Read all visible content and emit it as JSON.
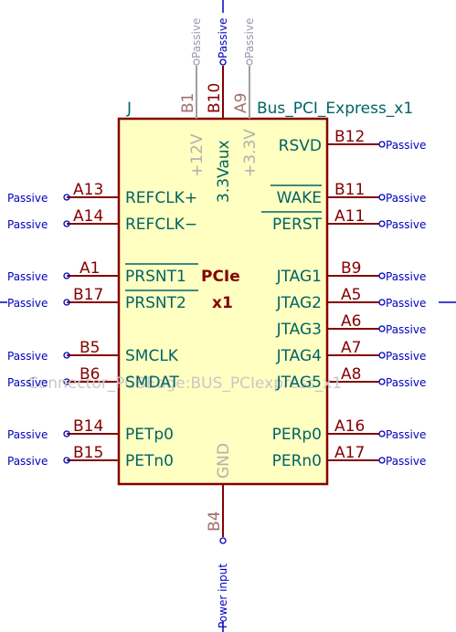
{
  "symbol": {
    "reference": "J",
    "value": "Bus_PCI_Express_x1",
    "footprint": "Connector_PCBEdge:BUS_PCIexpress_x1",
    "center_line1": "PCIe",
    "center_line2": "x1"
  },
  "pins_left": [
    {
      "num": "A13",
      "name": "REFCLK+",
      "type": "Passive"
    },
    {
      "num": "A14",
      "name": "REFCLK−",
      "type": "Passive"
    },
    {
      "num": "A1",
      "name": "PRSNT1",
      "type": "Passive"
    },
    {
      "num": "B17",
      "name": "PRSNT2",
      "type": "Passive"
    },
    {
      "num": "B5",
      "name": "SMCLK",
      "type": "Passive"
    },
    {
      "num": "B6",
      "name": "SMDAT",
      "type": "Passive"
    },
    {
      "num": "B14",
      "name": "PETp0",
      "type": "Passive"
    },
    {
      "num": "B15",
      "name": "PETn0",
      "type": "Passive"
    }
  ],
  "pins_right": [
    {
      "num": "B12",
      "name": "RSVD",
      "type": "Passive"
    },
    {
      "num": "B11",
      "name": "WAKE",
      "type": "Passive"
    },
    {
      "num": "A11",
      "name": "PERST",
      "type": "Passive"
    },
    {
      "num": "B9",
      "name": "JTAG1",
      "type": "Passive"
    },
    {
      "num": "A5",
      "name": "JTAG2",
      "type": "Passive"
    },
    {
      "num": "A6",
      "name": "JTAG3",
      "type": "Passive"
    },
    {
      "num": "A7",
      "name": "JTAG4",
      "type": "Passive"
    },
    {
      "num": "A8",
      "name": "JTAG5",
      "type": "Passive"
    },
    {
      "num": "A16",
      "name": "PERp0",
      "type": "Passive"
    },
    {
      "num": "A17",
      "name": "PERn0",
      "type": "Passive"
    }
  ],
  "pins_top": [
    {
      "num": "B1",
      "name": "+12V",
      "type": "Passive"
    },
    {
      "num": "B10",
      "name": "3.3Vaux",
      "type": "Passive"
    },
    {
      "num": "A9",
      "name": "+3.3V",
      "type": "Passive"
    }
  ],
  "pins_bottom": [
    {
      "num": "B4",
      "name": "GND",
      "type": "Power input"
    }
  ]
}
